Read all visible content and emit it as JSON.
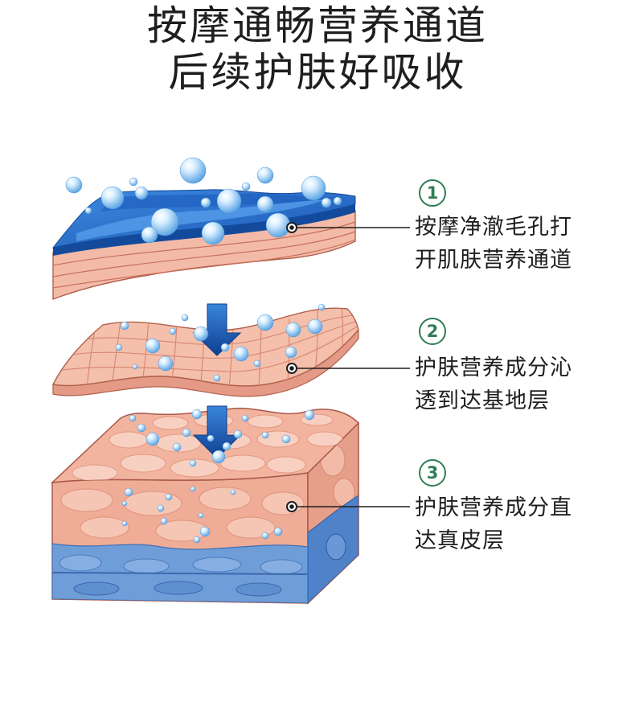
{
  "title": {
    "line1": "按摩通畅营养通道",
    "line2": "后续护肤好吸收"
  },
  "callouts": [
    {
      "number": "1",
      "lines": [
        "按摩净澈毛孔打",
        "开肌肤营养通道"
      ]
    },
    {
      "number": "2",
      "lines": [
        "护肤营养成分沁",
        "透到达基地层"
      ]
    },
    {
      "number": "3",
      "lines": [
        "护肤营养成分直",
        "达真皮层"
      ]
    }
  ],
  "colors": {
    "accent": "#2f7d55",
    "text": "#1e1e1e",
    "skin_pink": "#f2b6a1",
    "water_blue": "#2a6cc4",
    "arrow_blue": "#1d5bb0"
  }
}
